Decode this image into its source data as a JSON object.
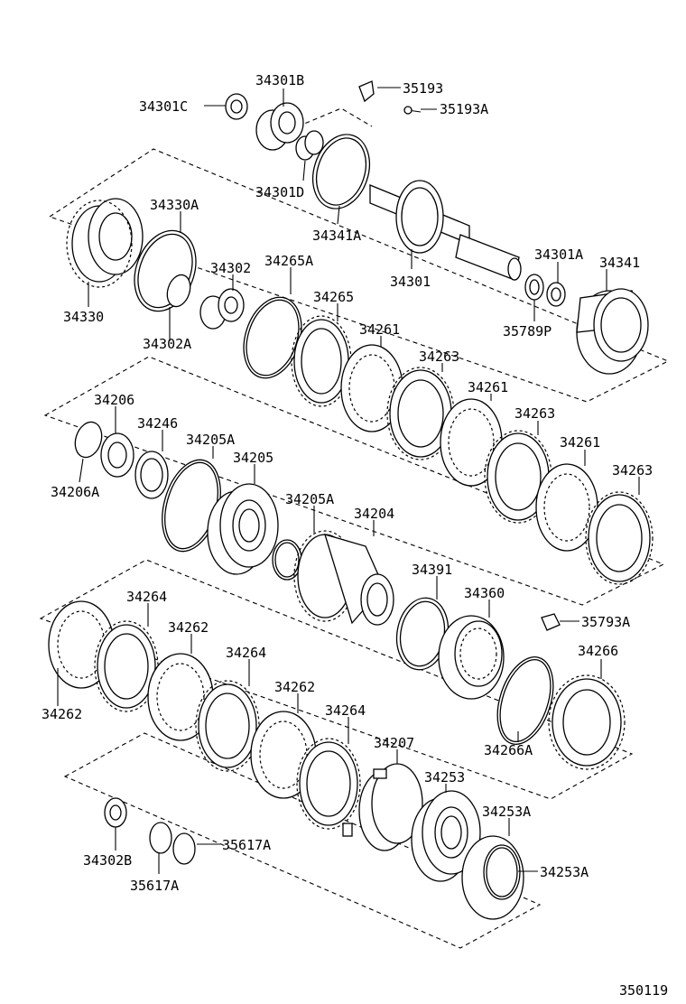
{
  "labels": {
    "p34301B": "34301B",
    "p35193": "35193",
    "p34301C": "34301C",
    "p35193A": "35193A",
    "p34301D": "34301D",
    "p34330A": "34330A",
    "p34341A": "34341A",
    "p34302": "34302",
    "p34265A": "34265A",
    "p34301A": "34301A",
    "p34341": "34341",
    "p34301": "34301",
    "p34330": "34330",
    "p34265": "34265",
    "p35789P": "35789P",
    "p34302A": "34302A",
    "p34261a": "34261",
    "p34263a": "34263",
    "p34206": "34206",
    "p34261b": "34261",
    "p34246": "34246",
    "p34205A": "34205A",
    "p34263b": "34263",
    "p34205": "34205",
    "p34261c": "34261",
    "p34206A": "34206A",
    "p34205A2": "34205A",
    "p34263c": "34263",
    "p34204": "34204",
    "p34391": "34391",
    "p34264a": "34264",
    "p34360": "34360",
    "p35793A": "35793A",
    "p34262a": "34262",
    "p34266": "34266",
    "p34264b": "34264",
    "p34262c": "34262",
    "p34262b": "34262",
    "p34264c": "34264",
    "p34266A": "34266A",
    "p34207": "34207",
    "p34253": "34253",
    "p34253A": "34253A",
    "p35617A": "35617A",
    "p34302B": "34302B",
    "p34253A2": "34253A",
    "p35617A2": "35617A"
  },
  "footer": {
    "code": "350119"
  }
}
